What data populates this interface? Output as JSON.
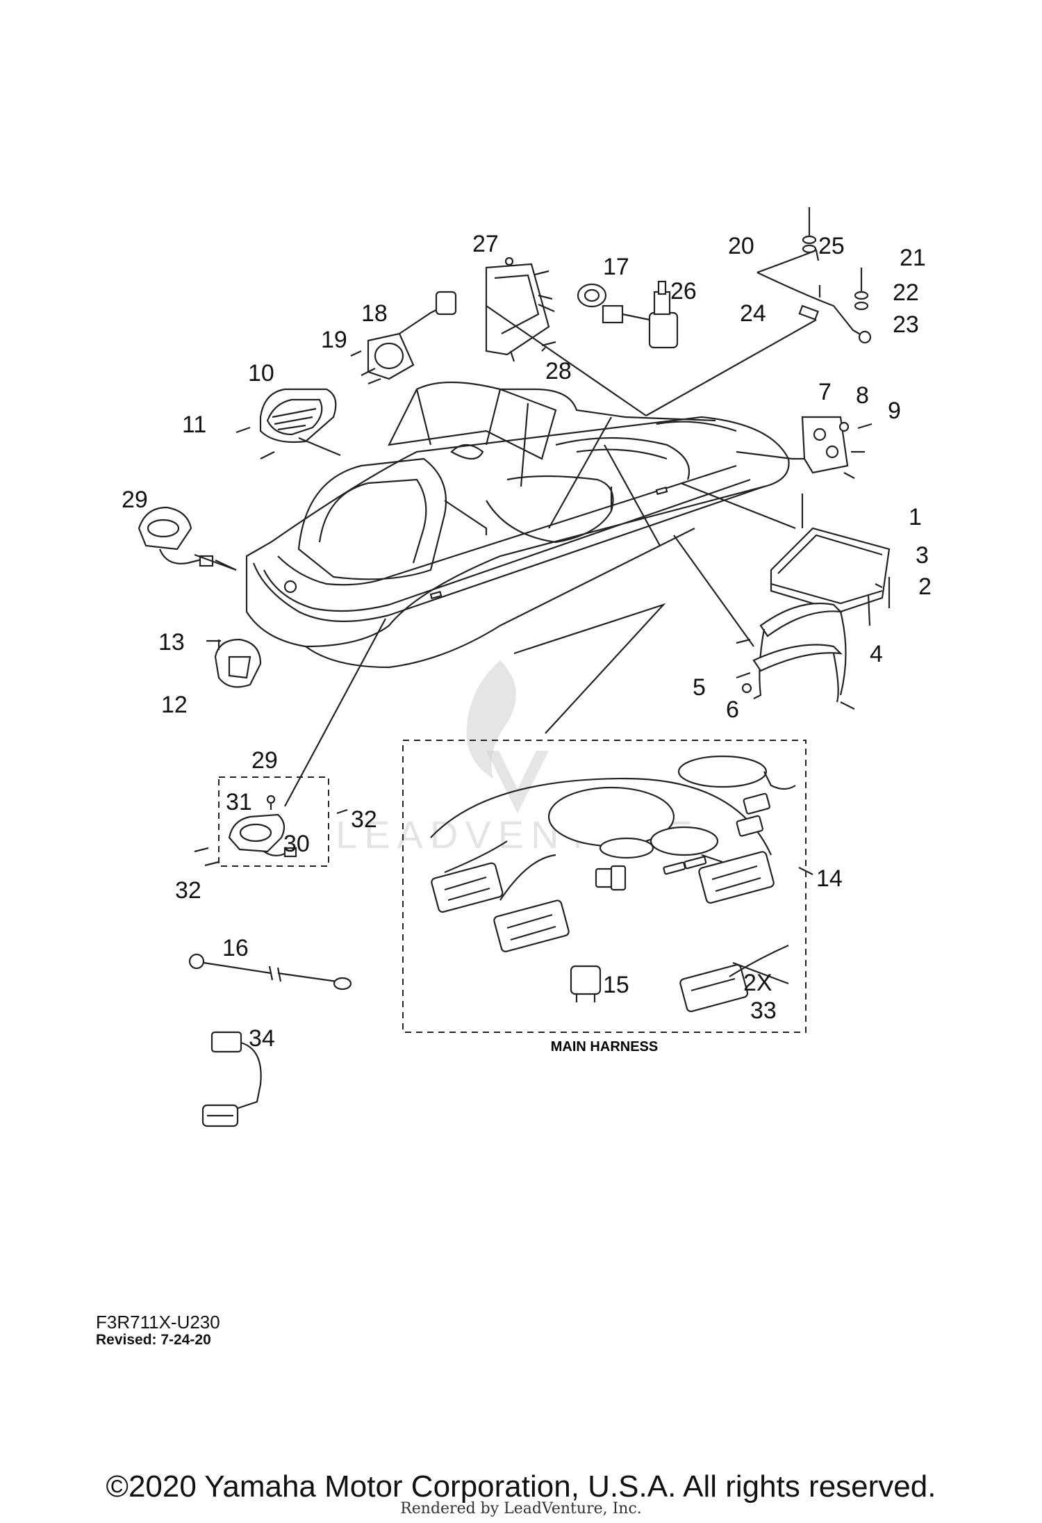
{
  "diagram": {
    "callouts": [
      "1",
      "2",
      "3",
      "4",
      "5",
      "6",
      "7",
      "8",
      "9",
      "10",
      "11",
      "12",
      "13",
      "14",
      "15",
      "16",
      "17",
      "18",
      "19",
      "20",
      "21",
      "22",
      "23",
      "24",
      "25",
      "26",
      "27",
      "28",
      "29",
      "29",
      "30",
      "31",
      "32",
      "32",
      "33",
      "34"
    ],
    "group_label": "MAIN HARNESS",
    "multiplier_label": "2X",
    "watermark": "LEADVENTURE"
  },
  "footer": {
    "diagram_code": "F3R711X-U230",
    "revised": "Revised: 7-24-20",
    "copyright": "©2020 Yamaha Motor Corporation, U.S.A. All rights reserved.",
    "rendered_by": "Rendered by LeadVenture, Inc."
  }
}
